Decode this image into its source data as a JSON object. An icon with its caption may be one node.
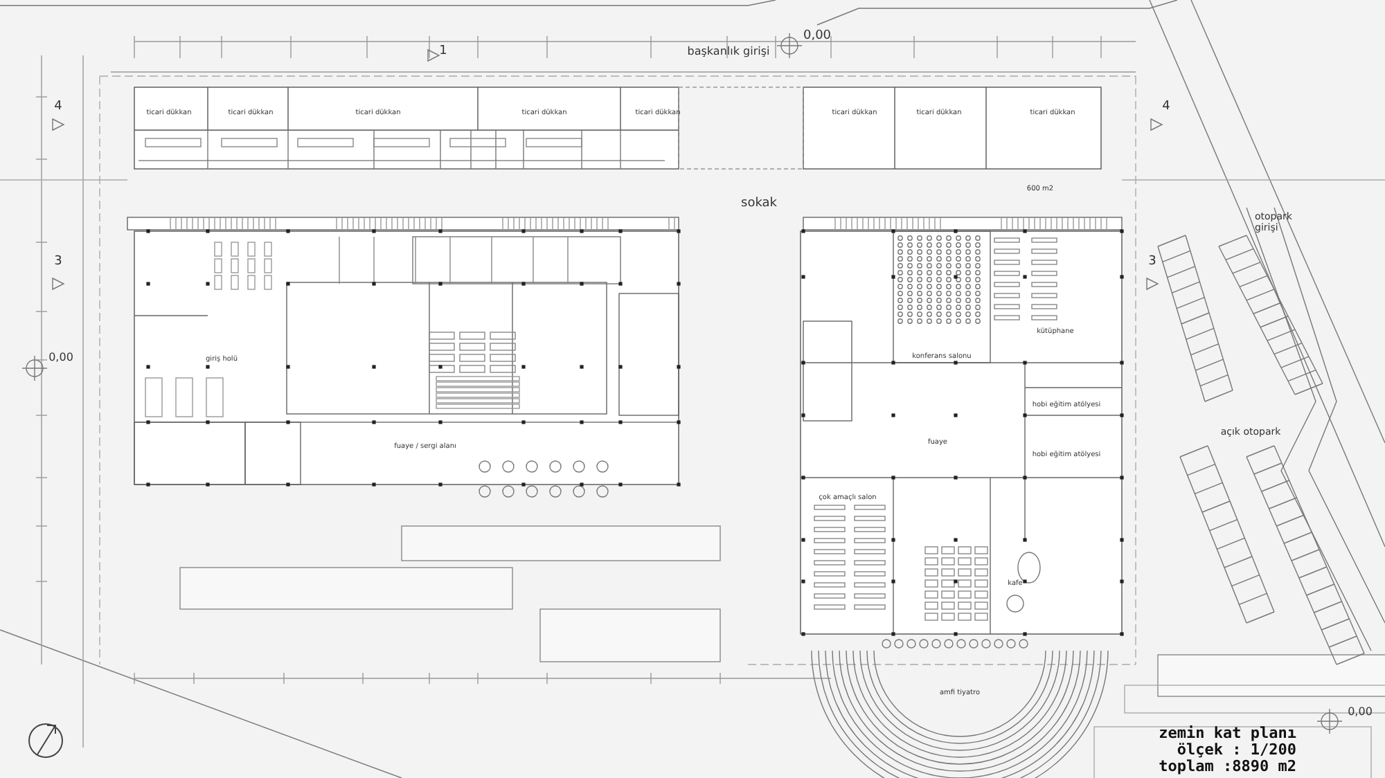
{
  "diagram": {
    "title": "zemin kat planı",
    "labels": [
      "4",
      "1",
      "başkanlık girişi",
      "0,00",
      "4",
      "ticari dükkan",
      "ticari dükkan",
      "ticari dükkan",
      "ticari dükkan",
      "ticari dükkan",
      "ticari dükkan",
      "ticari dükkan",
      "ticari dükkan",
      "sokak",
      "600 m2",
      "otopark girişi",
      "3",
      "3",
      "0,00",
      "giriş holü",
      "kütüphane",
      "konferans salonu",
      "hobi eğitim atölyesi",
      "açık otopark",
      "fuaye / sergi alanı",
      "fuaye",
      "hobi eğitim atölyesi",
      "çok amaçlı salon",
      "kafe",
      "amfi tiyatro",
      "ölçek : 1/200",
      "toplam :8890 m2",
      "0,00"
    ]
  }
}
